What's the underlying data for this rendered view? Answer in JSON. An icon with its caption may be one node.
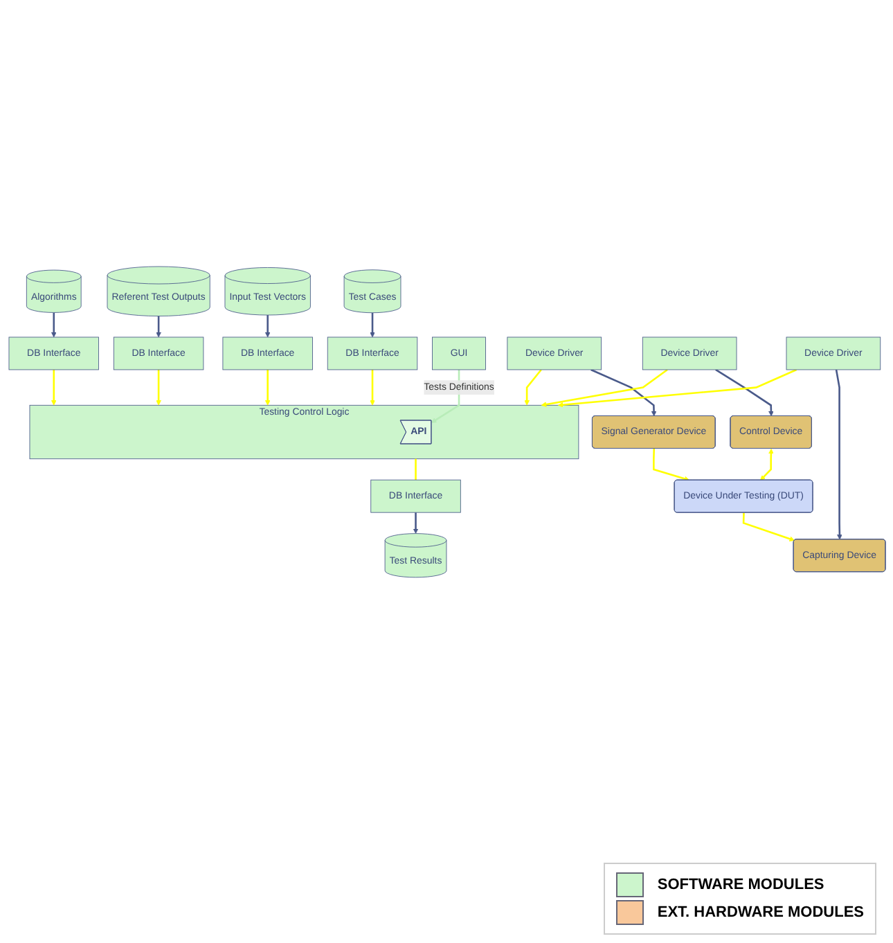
{
  "diagram": {
    "nodes": [
      {
        "text": [
          "Test Cases"
        ]
      },
      {
        "text": [
          "Input Test Vectors"
        ]
      },
      {
        "text": [
          "Referent Test Outputs"
        ]
      },
      {
        "text": [
          "Algorithms"
        ]
      },
      {
        "text": [
          "DB Interface"
        ]
      },
      {
        "text": [
          "DB Interface"
        ]
      },
      {
        "text": [
          "DB Interface"
        ]
      },
      {
        "text": [
          "DB Interface"
        ]
      },
      {
        "text": [
          "GUI"
        ]
      },
      {
        "text": [
          "Testing Control Logic"
        ]
      },
      {
        "text": [
          "API"
        ],
        "in": 9
      },
      {
        "text": [
          "DB Interface"
        ]
      },
      {
        "text": [
          "Test Results"
        ]
      },
      {
        "text": [
          "Device Driver"
        ]
      },
      {
        "text": [
          "Signal Generator Device"
        ]
      },
      {
        "text": [
          "Device Driver"
        ]
      },
      {
        "text": [
          "Control Device"
        ]
      },
      {
        "text": [
          "Device Driver"
        ]
      },
      {
        "text": [
          "Capturing Device"
        ]
      },
      {
        "text": [
          "Device Under Testing (DUT)"
        ]
      }
    ],
    "edges": [
      {
        "from": 0,
        "to": 4,
        "arrow": "to",
        "color": "#4a5a8a"
      },
      {
        "from": 1,
        "to": 5,
        "arrow": "to",
        "color": "#4a5a8a"
      },
      {
        "from": 2,
        "to": 6,
        "arrow": "to",
        "color": "#4a5a8a"
      },
      {
        "from": 3,
        "to": 7,
        "arrow": "to",
        "color": "#4a5a8a"
      },
      {
        "from": 4,
        "to": 9,
        "arrow": "to",
        "color": "#ffff00"
      },
      {
        "from": 5,
        "to": 9,
        "arrow": "to",
        "color": "#ffff00"
      },
      {
        "from": 6,
        "to": 9,
        "arrow": "to",
        "color": "#ffff00"
      },
      {
        "from": 7,
        "to": 9,
        "arrow": "to",
        "color": "#ffff00"
      },
      {
        "from": 8,
        "to": 10,
        "arrow": "to",
        "label": "Tests Definitions",
        "color": "#b8ecb8"
      },
      {
        "from": 9,
        "to": 11,
        "arrow": "none",
        "color": "#ffff00"
      },
      {
        "from": 11,
        "to": 12,
        "arrow": "to",
        "color": "#4a5a8a"
      },
      {
        "from": 13,
        "to": 9,
        "arrow": "to",
        "color": "#ffff00"
      },
      {
        "from": 15,
        "to": 9,
        "arrow": "to",
        "color": "#ffff00"
      },
      {
        "from": 17,
        "to": 9,
        "arrow": "to",
        "color": "#ffff00"
      },
      {
        "from": 13,
        "to": 14,
        "arrow": "to",
        "color": "#4a5a8a"
      },
      {
        "from": 15,
        "to": 16,
        "arrow": "to",
        "color": "#4a5a8a"
      },
      {
        "from": 17,
        "to": 18,
        "arrow": "to",
        "color": "#4a5a8a"
      },
      {
        "from": 14,
        "to": 19,
        "arrow": "to",
        "color": "#ffff00"
      },
      {
        "from": 16,
        "to": 19,
        "arrow": "both",
        "color": "#ffff00"
      },
      {
        "from": 19,
        "to": 18,
        "arrow": "to",
        "color": "#ffff00"
      }
    ],
    "legend": [
      {
        "text": "SOFTWARE MODULES",
        "color": "#ccf5cc"
      },
      {
        "text": "EXT. HARDWARE MODULES",
        "color": "#f9c89b"
      }
    ]
  }
}
